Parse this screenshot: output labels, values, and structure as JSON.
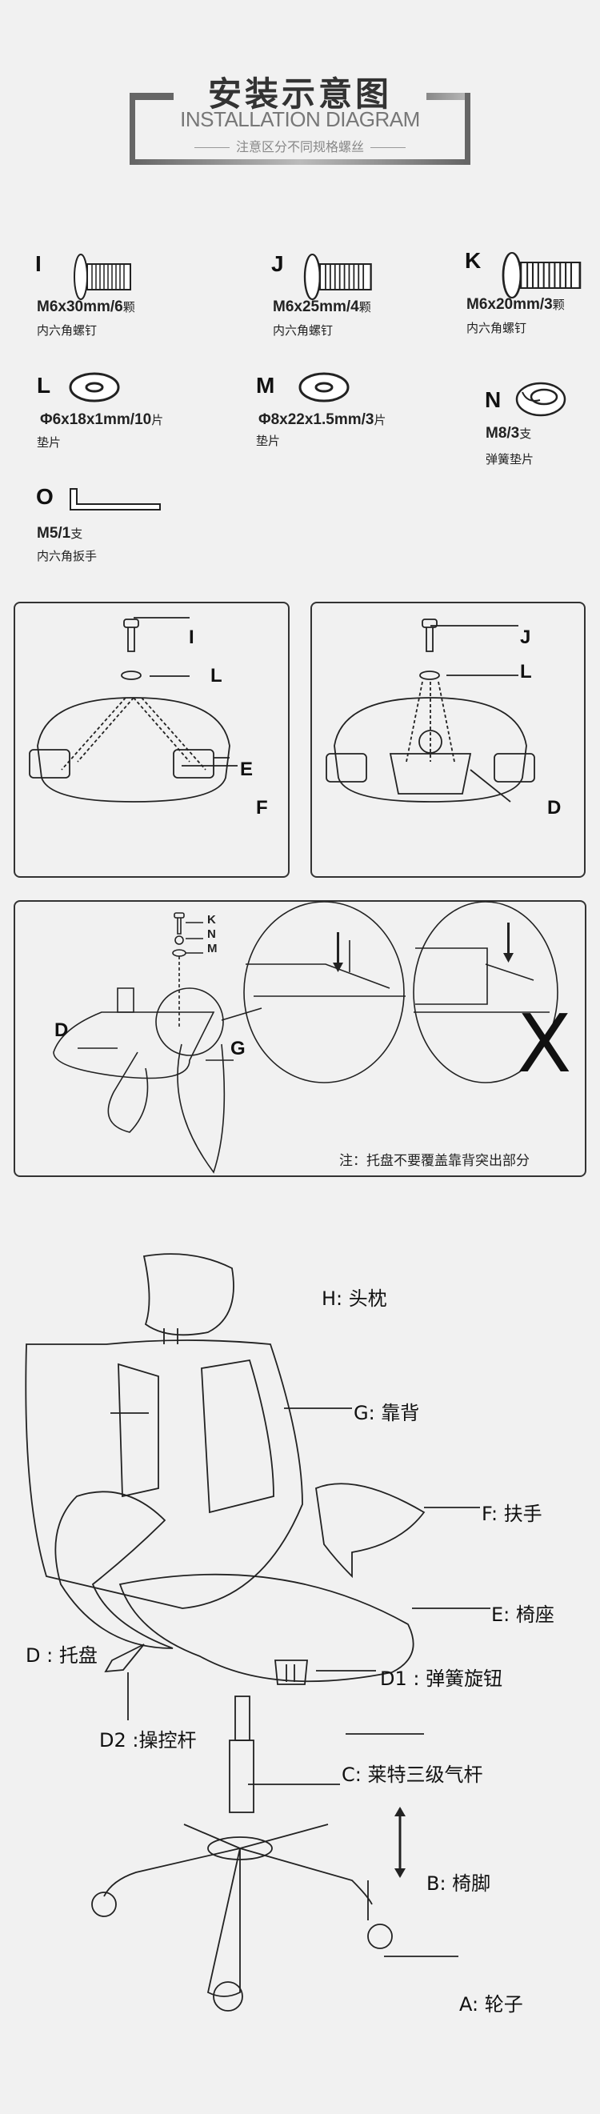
{
  "header": {
    "title": "安装示意图",
    "subtitle": "INSTALLATION DIAGRAM",
    "note": "注意区分不同规格螺丝"
  },
  "parts": [
    {
      "letter": "I",
      "spec": "M6x30mm/6",
      "unit": "颗",
      "name": "内六角螺钉",
      "icon": "bolt-icon"
    },
    {
      "letter": "J",
      "spec": "M6x25mm/4",
      "unit": "颗",
      "name": "内六角螺钉",
      "icon": "bolt-icon"
    },
    {
      "letter": "K",
      "spec": "M6x20mm/3",
      "unit": "颗",
      "name": "内六角螺钉",
      "icon": "bolt-icon"
    },
    {
      "letter": "L",
      "spec": "Φ6x18x1mm/10",
      "unit": "片",
      "name": "垫片",
      "icon": "washer-icon"
    },
    {
      "letter": "M",
      "spec": "Φ8x22x1.5mm/3",
      "unit": "片",
      "name": "垫片",
      "icon": "washer-icon"
    },
    {
      "letter": "N",
      "spec": "M8/3",
      "unit": "支",
      "name": "弹簧垫片",
      "icon": "spring-washer-icon"
    },
    {
      "letter": "O",
      "spec": "M5/1",
      "unit": "支",
      "name": "内六角扳手",
      "icon": "hex-key-icon"
    }
  ],
  "step1": {
    "labels": [
      "I",
      "L",
      "E",
      "F"
    ]
  },
  "step2": {
    "labels": [
      "J",
      "L",
      "D"
    ]
  },
  "step3": {
    "labels": [
      "K",
      "N",
      "M",
      "D",
      "G"
    ],
    "wrong_mark": "X",
    "note": "注：托盘不要覆盖靠背突出部分"
  },
  "chair": {
    "labels": [
      "H: 头枕",
      "G: 靠背",
      "F: 扶手",
      "E: 椅座",
      "D1 : 弹簧旋钮",
      "D : 托盘",
      "D2 :操控杆",
      "C: 莱特三级气杆",
      "B: 椅脚",
      "A: 轮子"
    ]
  }
}
